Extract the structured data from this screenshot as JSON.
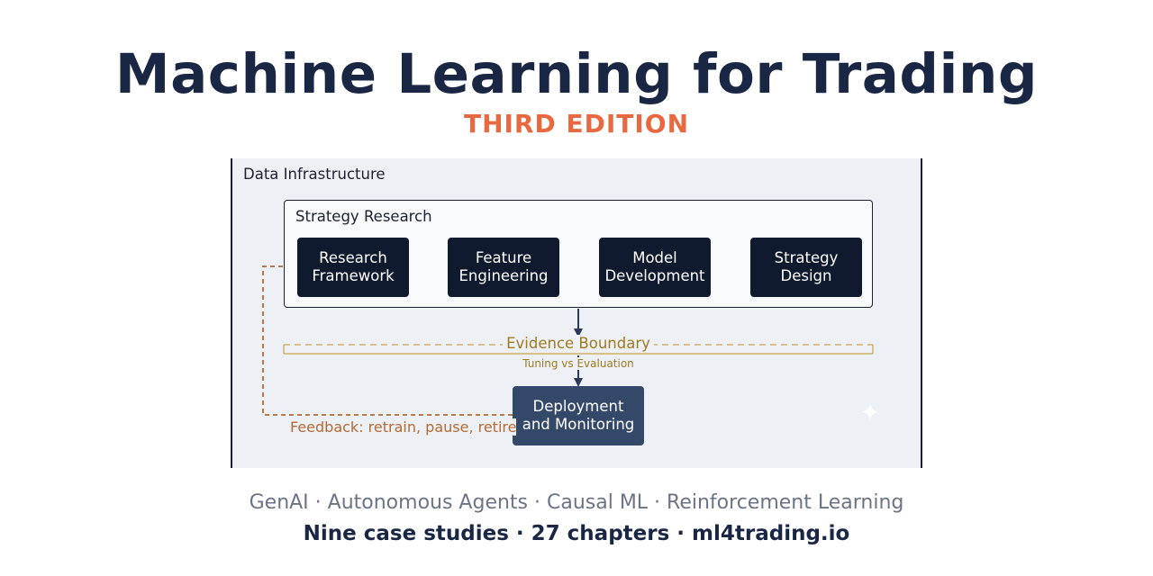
{
  "header": {
    "title": "Machine Learning for Trading",
    "edition": "THIRD EDITION"
  },
  "diagram": {
    "outer_label": "Data Infrastructure",
    "inner_label": "Strategy Research",
    "stages": [
      "Research\nFramework",
      "Feature\nEngineering",
      "Model\nDevelopment",
      "Strategy\nDesign"
    ],
    "boundary_label": "Evidence Boundary",
    "boundary_sub": "Tuning vs Evaluation",
    "deploy": "Deployment\nand Monitoring",
    "feedback": "Feedback: retrain, pause, retire",
    "colors": {
      "dark_box": "#0f1a2e",
      "deploy_box": "#34486a",
      "boundary": "#a07a1f",
      "feedback": "#b36a33"
    }
  },
  "footer": {
    "tagline": "GenAI · Autonomous Agents · Causal ML · Reinforcement Learning",
    "cta": "Nine case studies · 27 chapters · ml4trading.io"
  }
}
